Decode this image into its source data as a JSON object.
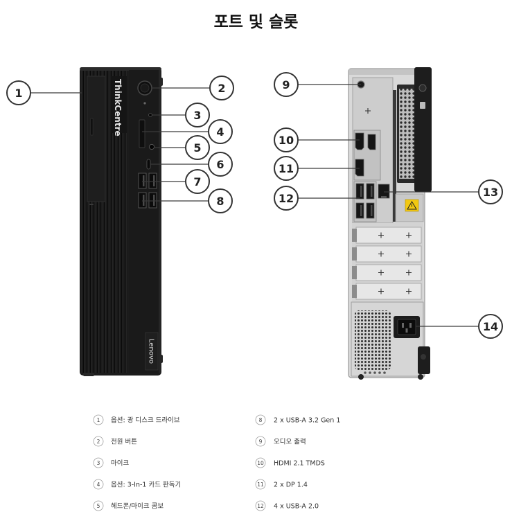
{
  "title": "포트 및 슬롯",
  "front_view": {
    "model_logo": "ThinkCentre",
    "brand_logo": "Lenovo"
  },
  "callouts": [
    "1",
    "2",
    "3",
    "4",
    "5",
    "6",
    "7",
    "8",
    "9",
    "10",
    "11",
    "12",
    "13",
    "14"
  ],
  "legend": {
    "left": [
      {
        "num": "1",
        "label": "옵션: 광 디스크 드라이브"
      },
      {
        "num": "2",
        "label": "전원 버튼"
      },
      {
        "num": "3",
        "label": "마이크"
      },
      {
        "num": "4",
        "label": "옵션: 3-In-1 카드 판독기"
      },
      {
        "num": "5",
        "label": "헤드폰/마이크 콤보"
      }
    ],
    "right": [
      {
        "num": "8",
        "label": "2 x USB-A 3.2 Gen 1"
      },
      {
        "num": "9",
        "label": "오디오 출력"
      },
      {
        "num": "10",
        "label": "HDMI 2.1 TMDS"
      },
      {
        "num": "11",
        "label": "2 x DP 1.4"
      },
      {
        "num": "12",
        "label": "4 x USB-A 2.0"
      }
    ]
  },
  "colors": {
    "front_chassis": "#1c1c1c",
    "rear_chassis": "#d9d9d9",
    "callout_stroke": "#333333",
    "warning_label": "#f2c811"
  }
}
